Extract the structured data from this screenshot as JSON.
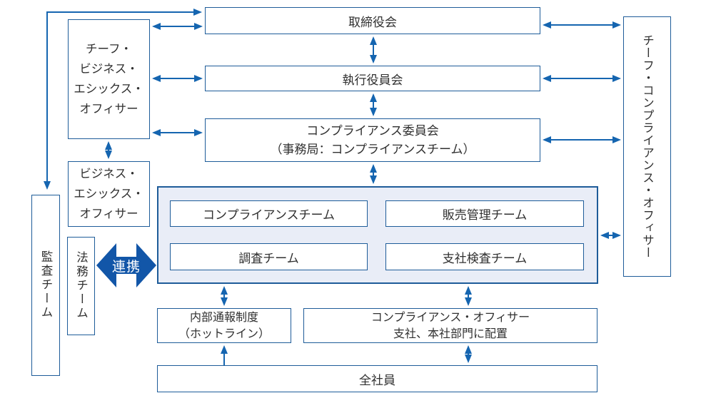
{
  "colors": {
    "arrow_blue": "#1565B0",
    "box_border_blue": "#1E5C99",
    "panel_fill": "#E9EDF7",
    "link_arrow_fill": "#1256A8",
    "text": "#303030"
  },
  "nodes": {
    "board": {
      "label": "取締役会"
    },
    "executive_board": {
      "label": "執行役員会"
    },
    "compliance_committee": {
      "lines": [
        "コンプライアンス委員会",
        "（事務局：コンプライアンスチーム）"
      ]
    },
    "chief_business_ethics_officer": {
      "lines": [
        "チーフ・",
        "ビジネス・",
        "エシックス・",
        "オフィサー"
      ]
    },
    "business_ethics_officer": {
      "lines": [
        "ビジネス・",
        "エシックス・",
        "オフィサー"
      ]
    },
    "audit_team": {
      "label": "監査チーム"
    },
    "legal_team": {
      "label": "法務チーム"
    },
    "chief_compliance_officer": {
      "label": "チーフ・コンプライアンス・オフィサー"
    },
    "compliance_team": {
      "label": "コンプライアンスチーム"
    },
    "sales_management_team": {
      "label": "販売管理チーム"
    },
    "investigation_team": {
      "label": "調査チーム"
    },
    "branch_inspection_team": {
      "label": "支社検査チーム"
    },
    "hotline": {
      "lines": [
        "内部通報制度",
        "（ホットライン）"
      ]
    },
    "compliance_officers": {
      "lines": [
        "コンプライアンス・オフィサー",
        "支社、本社部門に配置"
      ]
    },
    "all_employees": {
      "label": "全社員"
    }
  },
  "link_label": "連携"
}
